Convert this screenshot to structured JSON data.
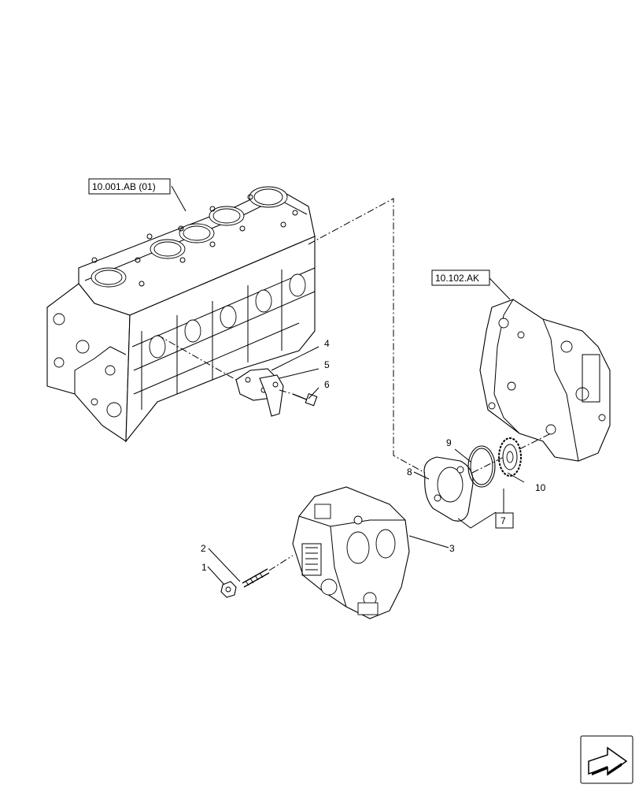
{
  "references": {
    "engine_block": "10.001.AB (01)",
    "gear_housing": "10.102.AK"
  },
  "callouts": {
    "c1": "1",
    "c2": "2",
    "c3": "3",
    "c4": "4",
    "c5": "5",
    "c6": "6",
    "c7": "7",
    "c8": "8",
    "c9": "9",
    "c10": "10"
  },
  "icons": {
    "nav": "arrow-navigation-icon"
  }
}
